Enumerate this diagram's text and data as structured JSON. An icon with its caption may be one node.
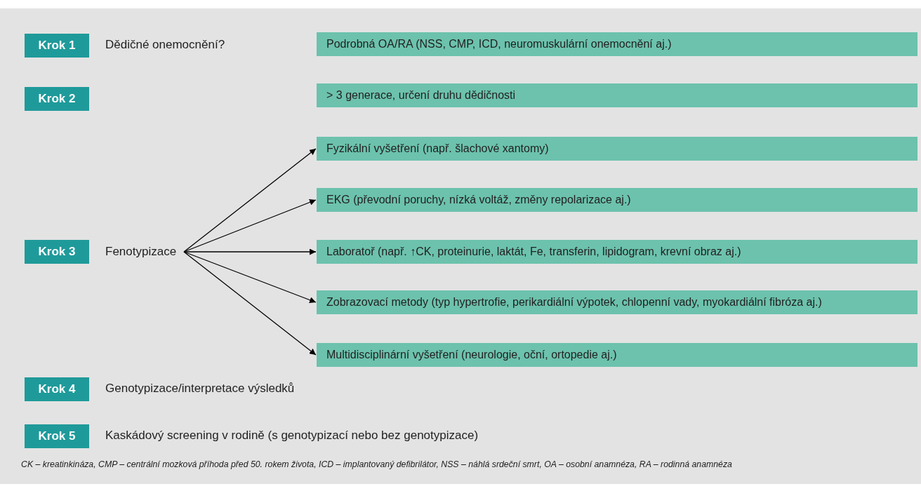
{
  "diagram": {
    "nodes": [
      {
        "text": [
          "Krok 1"
        ],
        "beside": [
          "Dědičné onemocnění?"
        ]
      },
      {
        "text": [
          "Podrobná OA/RA (NSS, CMP, ICD, neuromuskulární onemocnění aj.)"
        ]
      },
      {
        "text": [
          "Krok 2"
        ]
      },
      {
        "text": [
          "> 3 generace, určení druhu dědičnosti"
        ]
      },
      {
        "text": [
          "Fyzikální vyšetření (např. šlachové xantomy)"
        ]
      },
      {
        "text": [
          "EKG (převodní poruchy, nízká voltáž, změny repolarizace aj.)"
        ]
      },
      {
        "text": [
          "Krok 3"
        ]
      },
      {
        "text": [
          "Fenotypizace"
        ]
      },
      {
        "text": [
          "Laboratoř (např. ↑CK, proteinurie, laktát, Fe, transferin, lipidogram, krevní obraz aj.)"
        ]
      },
      {
        "text": [
          "Zobrazovací metody (typ hypertrofie, perikardiální výpotek, chlopenní vady, myokardiální fibróza aj.)"
        ]
      },
      {
        "text": [
          "Multidisciplinární vyšetření (neurologie, oční, ortopedie aj.)"
        ]
      },
      {
        "text": [
          "Krok 4"
        ],
        "beside": [
          "Genotypizace/interpretace výsledků"
        ]
      },
      {
        "text": [
          "Krok 5"
        ],
        "beside": [
          "Kaskádový screening v rodině (s genotypizací nebo bez genotypizace)"
        ]
      }
    ],
    "edges": [
      {
        "from": 7,
        "to": 4,
        "arrow": "to"
      },
      {
        "from": 7,
        "to": 5,
        "arrow": "to"
      },
      {
        "from": 7,
        "to": 8,
        "arrow": "to"
      },
      {
        "from": 7,
        "to": 9,
        "arrow": "to"
      },
      {
        "from": 7,
        "to": 10,
        "arrow": "to"
      }
    ],
    "caption": "CK – kreatinkináza, CMP – centrální mozková příhoda před 50. rokem života, ICD – implantovaný defibrilátor, NSS – náhlá srdeční smrt, OA – osobní anamnéza, RA – rodinná anamnéza"
  }
}
